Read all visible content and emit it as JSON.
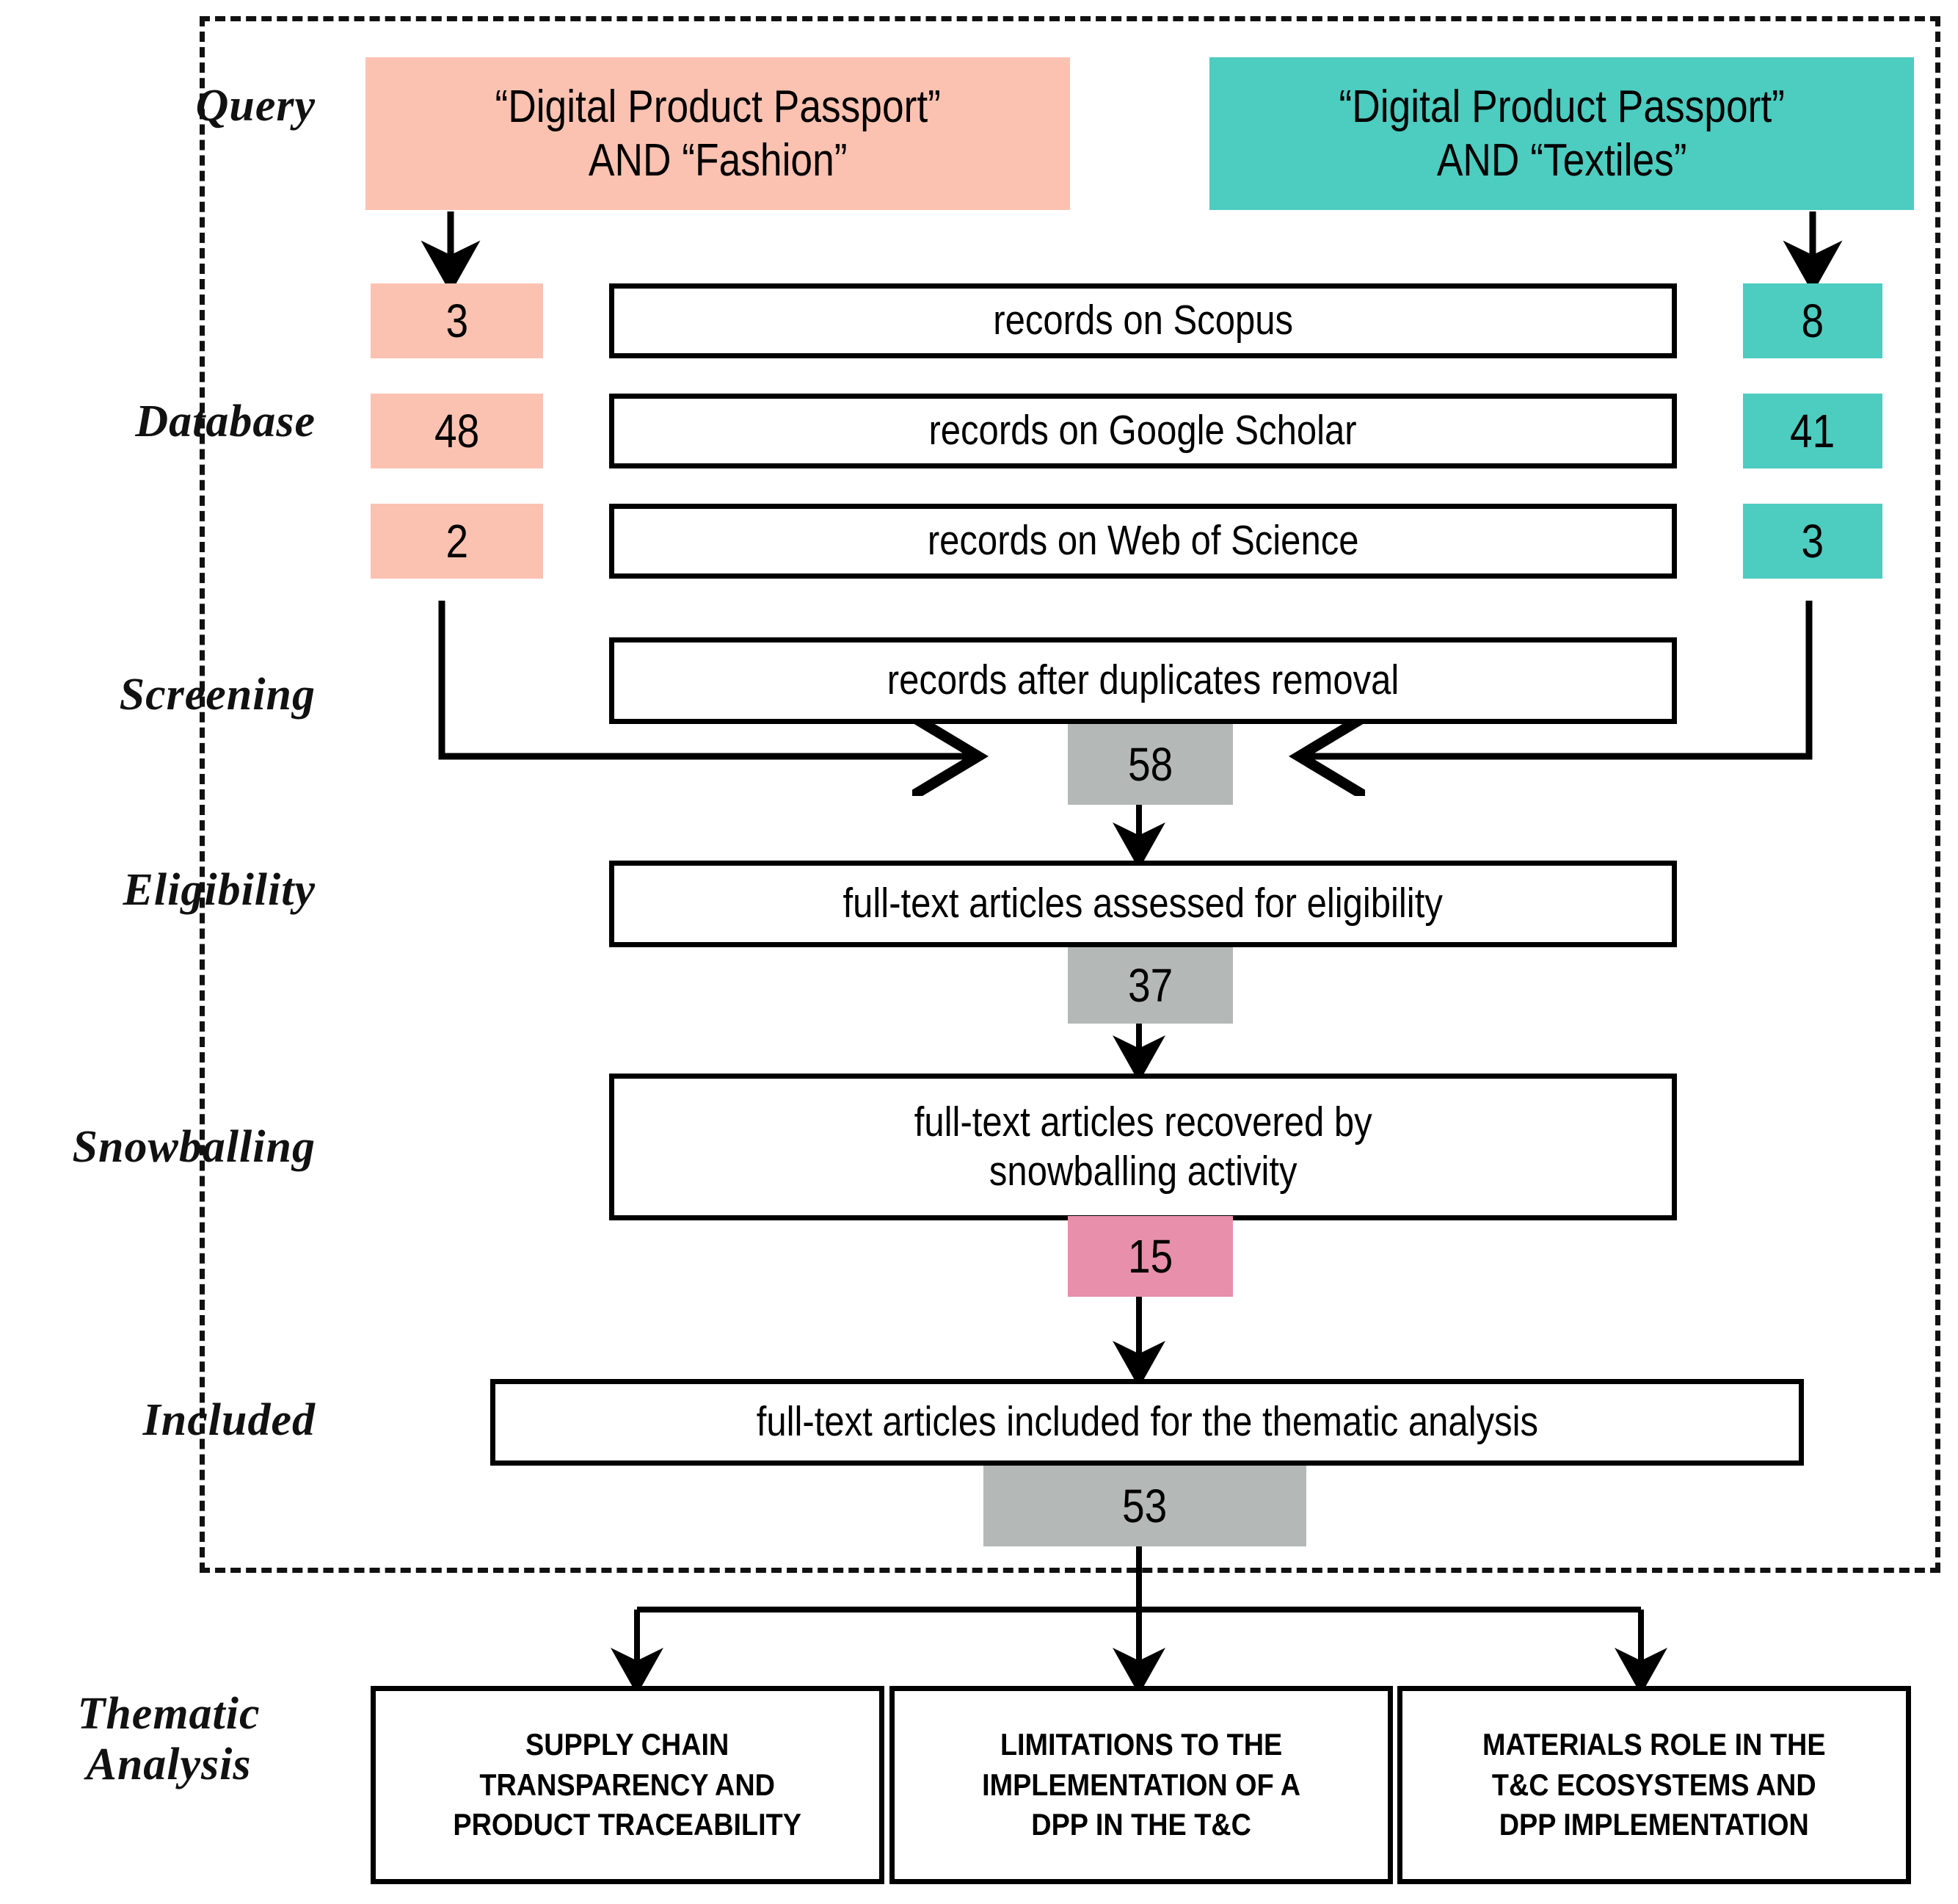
{
  "diagram": {
    "title": "PRISMA literature selection flow",
    "colors": {
      "salmon": "#FCC2B1",
      "teal": "#4DCCC0",
      "grey": "#B4B8B7",
      "pink": "#E78FAB",
      "stroke": "#000000"
    }
  },
  "stages": [
    {
      "key": "query",
      "label": "Query"
    },
    {
      "key": "database",
      "label": "Database"
    },
    {
      "key": "screening",
      "label": "Screening"
    },
    {
      "key": "eligibility",
      "label": "Eligibility"
    },
    {
      "key": "snowballing",
      "label": "Snowballing"
    },
    {
      "key": "included",
      "label": "Included"
    },
    {
      "key": "thematic",
      "label": "Thematic\nAnalysis"
    }
  ],
  "queries": {
    "left": "“Digital Product Passport”\nAND “Fashion”",
    "right": "“Digital Product Passport”\nAND “Textiles”"
  },
  "databases": [
    {
      "label": "records on Scopus",
      "left_count": "3",
      "right_count": "8"
    },
    {
      "label": "records on Google Scholar",
      "left_count": "48",
      "right_count": "41"
    },
    {
      "label": "records on Web of Science",
      "left_count": "2",
      "right_count": "3"
    }
  ],
  "steps": {
    "screening": {
      "label": "records after duplicates removal",
      "count": "58"
    },
    "eligibility": {
      "label": "full-text articles assessed for eligibility",
      "count": "37"
    },
    "snowballing": {
      "label": "full-text articles recovered by\nsnowballing activity",
      "count": "15"
    },
    "included": {
      "label": "full-text articles included for the thematic analysis",
      "count": "53"
    }
  },
  "themes": [
    "SUPPLY CHAIN\nTRANSPARENCY AND\nPRODUCT TRACEABILITY",
    "LIMITATIONS TO THE\nIMPLEMENTATION OF A\nDPP IN THE T&C",
    "MATERIALS ROLE IN THE\nT&C ECOSYSTEMS AND\nDPP IMPLEMENTATION"
  ]
}
